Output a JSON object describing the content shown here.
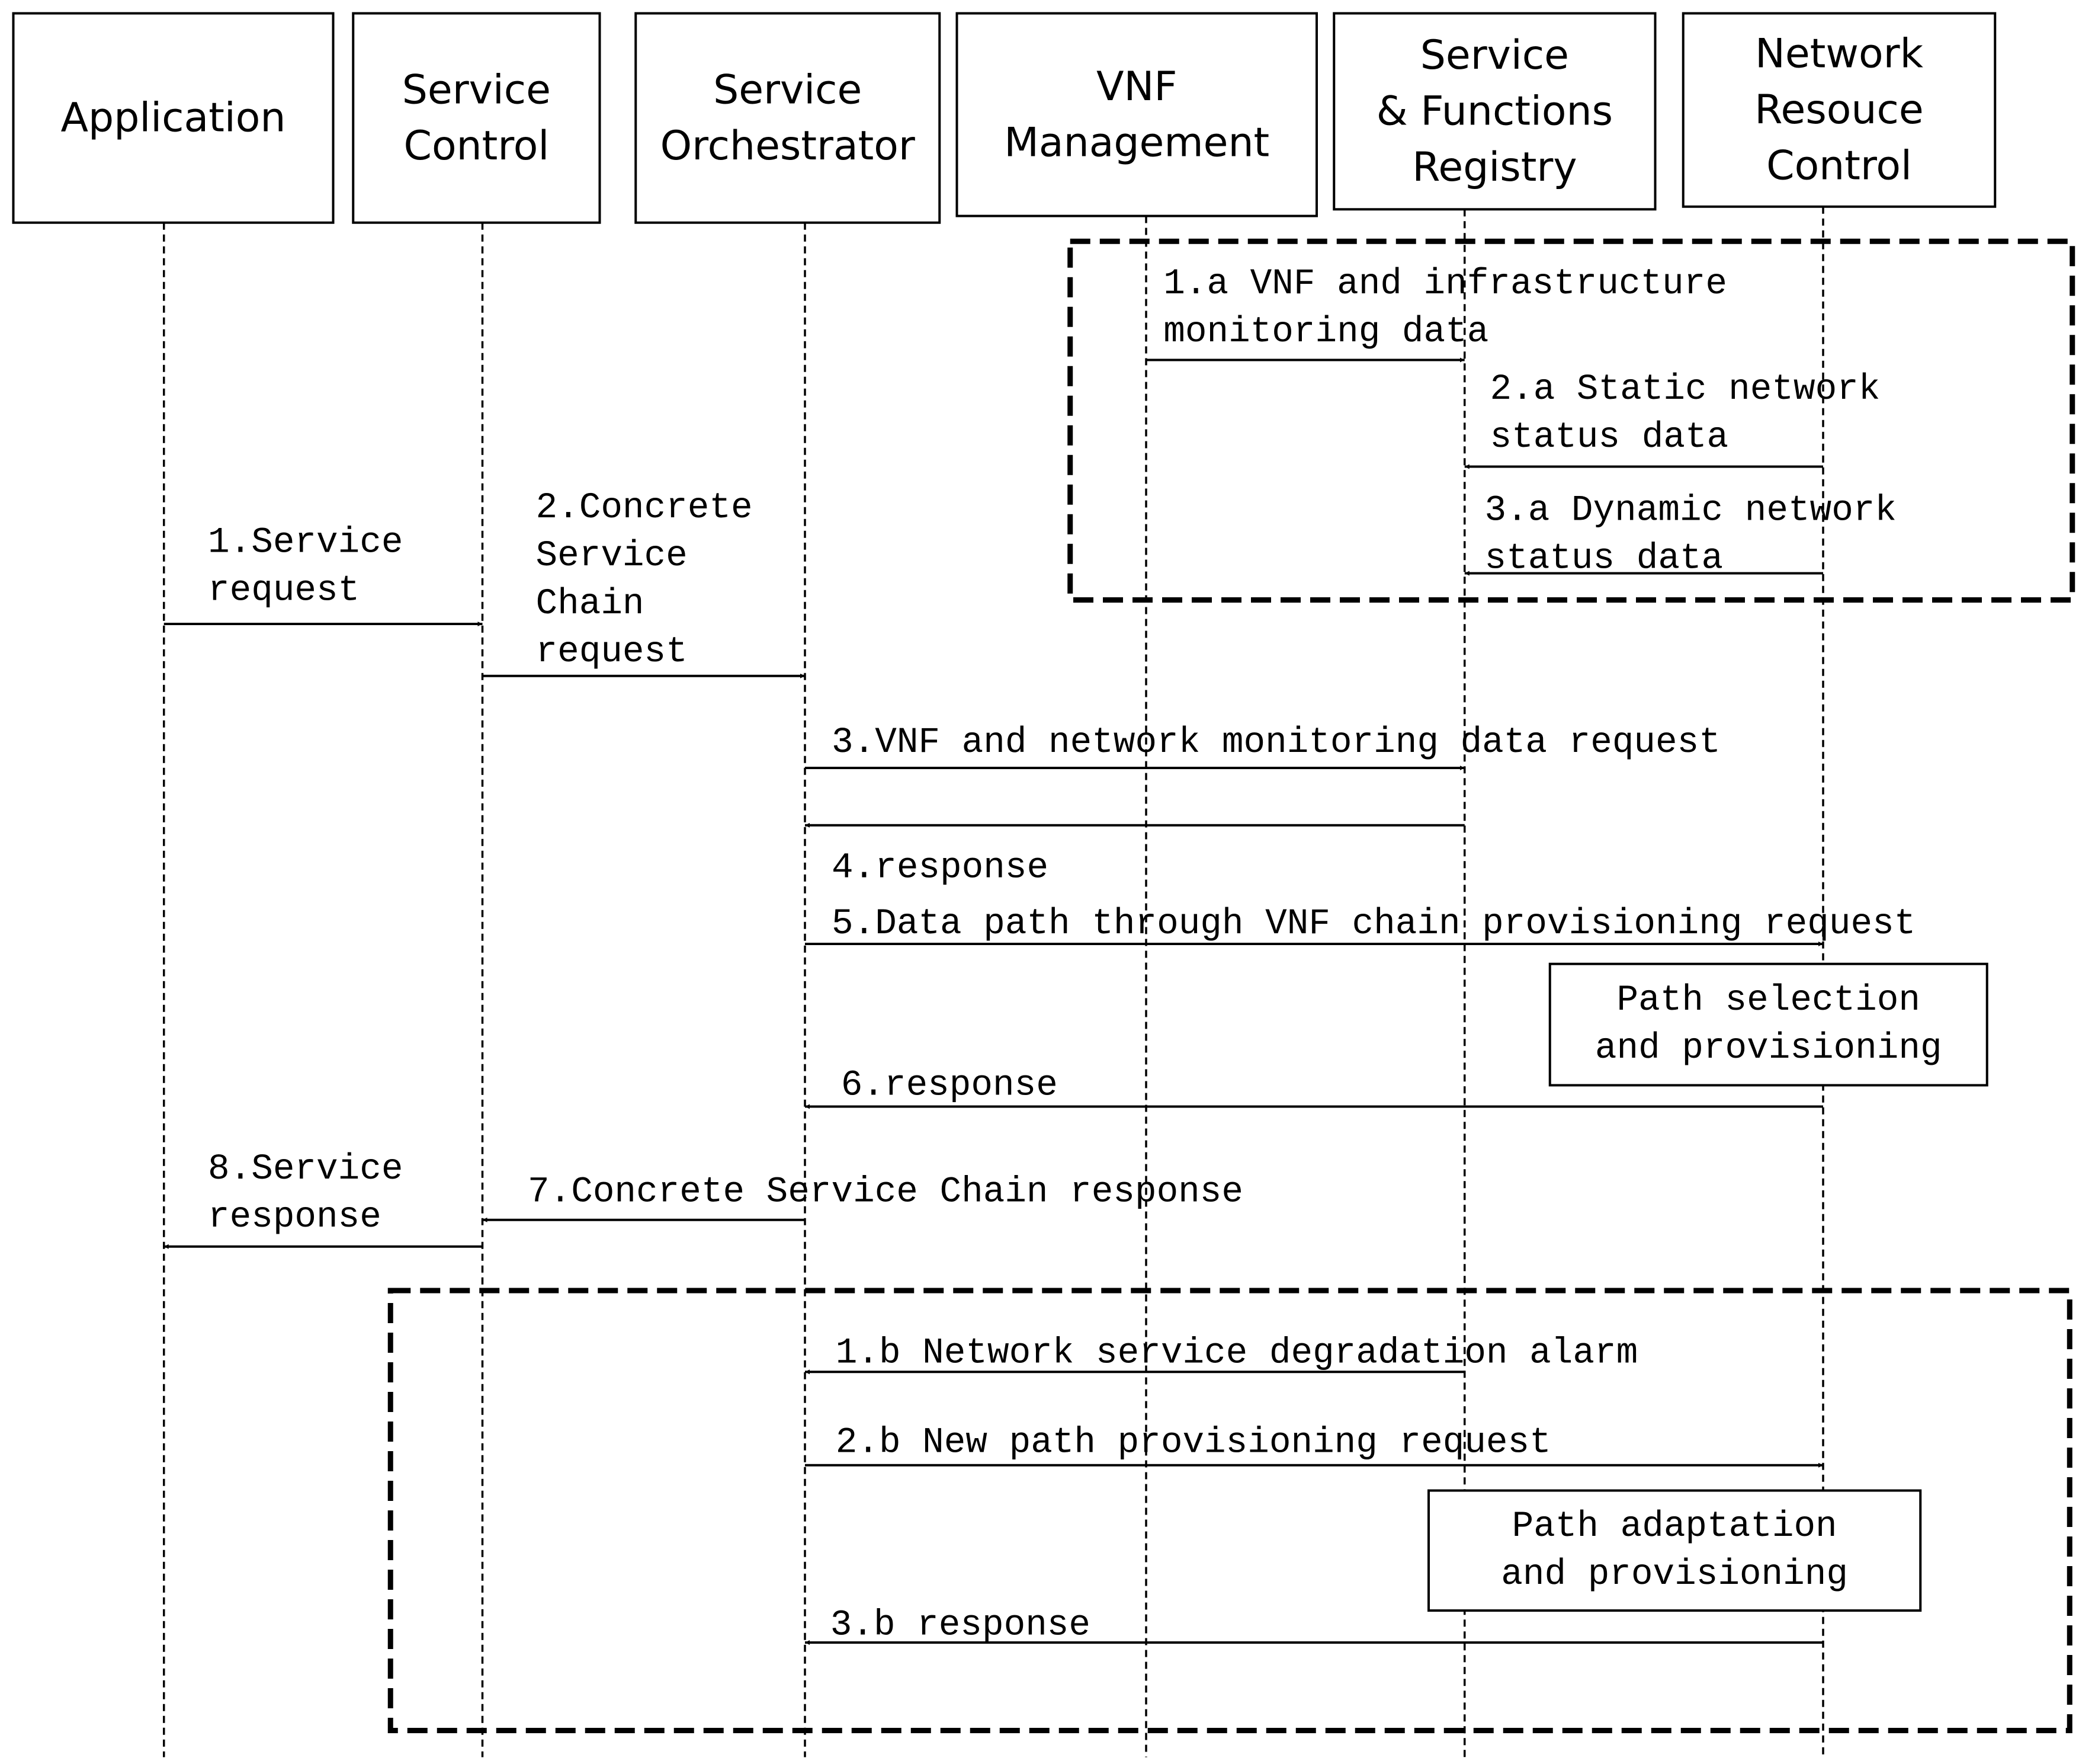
{
  "participants": [
    {
      "id": "app",
      "lines": [
        "Application"
      ]
    },
    {
      "id": "sc",
      "lines": [
        "Service",
        "Control"
      ]
    },
    {
      "id": "so",
      "lines": [
        "Service",
        "Orchestrator"
      ]
    },
    {
      "id": "vnfm",
      "lines": [
        "VNF",
        "Management"
      ]
    },
    {
      "id": "sfr",
      "lines": [
        "Service",
        "& Functions",
        "Registry"
      ]
    },
    {
      "id": "nrc",
      "lines": [
        "Network",
        "Resouce",
        "Control"
      ]
    }
  ],
  "messages": [
    {
      "id": "m1a",
      "from": "vnfm",
      "to": "sfr",
      "lines": [
        "1.a VNF and infrastructure",
        "monitoring data"
      ]
    },
    {
      "id": "m2a",
      "from": "nrc",
      "to": "sfr",
      "lines": [
        "2.a Static network",
        "status data"
      ]
    },
    {
      "id": "m3a",
      "from": "nrc",
      "to": "sfr",
      "lines": [
        "3.a Dynamic network",
        "status data"
      ]
    },
    {
      "id": "m1",
      "from": "app",
      "to": "sc",
      "lines": [
        "1.Service",
        "request"
      ]
    },
    {
      "id": "m2",
      "from": "sc",
      "to": "so",
      "lines": [
        "2.Concrete",
        "Service",
        "Chain",
        "request"
      ]
    },
    {
      "id": "m3",
      "from": "so",
      "to": "sfr",
      "lines": [
        "3.VNF and network monitoring data request"
      ]
    },
    {
      "id": "m4",
      "from": "sfr",
      "to": "so",
      "lines": [
        "4.response"
      ]
    },
    {
      "id": "m5",
      "from": "so",
      "to": "nrc",
      "lines": [
        "5.Data path through VNF chain provisioning request"
      ]
    },
    {
      "id": "m6",
      "from": "nrc",
      "to": "so",
      "lines": [
        "6.response"
      ]
    },
    {
      "id": "m7",
      "from": "so",
      "to": "sc",
      "lines": [
        "7.Concrete Service Chain response"
      ]
    },
    {
      "id": "m8",
      "from": "sc",
      "to": "app",
      "lines": [
        "8.Service",
        "response"
      ]
    },
    {
      "id": "m1b",
      "from": "sfr",
      "to": "so",
      "lines": [
        "1.b Network service degradation alarm"
      ]
    },
    {
      "id": "m2b",
      "from": "so",
      "to": "nrc",
      "lines": [
        "2.b New path provisioning request"
      ]
    },
    {
      "id": "m3b",
      "from": "nrc",
      "to": "so",
      "lines": [
        "3.b response"
      ]
    }
  ],
  "notes": [
    {
      "id": "note1",
      "lines": [
        "Path selection",
        "and provisioning"
      ]
    },
    {
      "id": "note2",
      "lines": [
        "Path adaptation",
        "and provisioning"
      ]
    }
  ]
}
